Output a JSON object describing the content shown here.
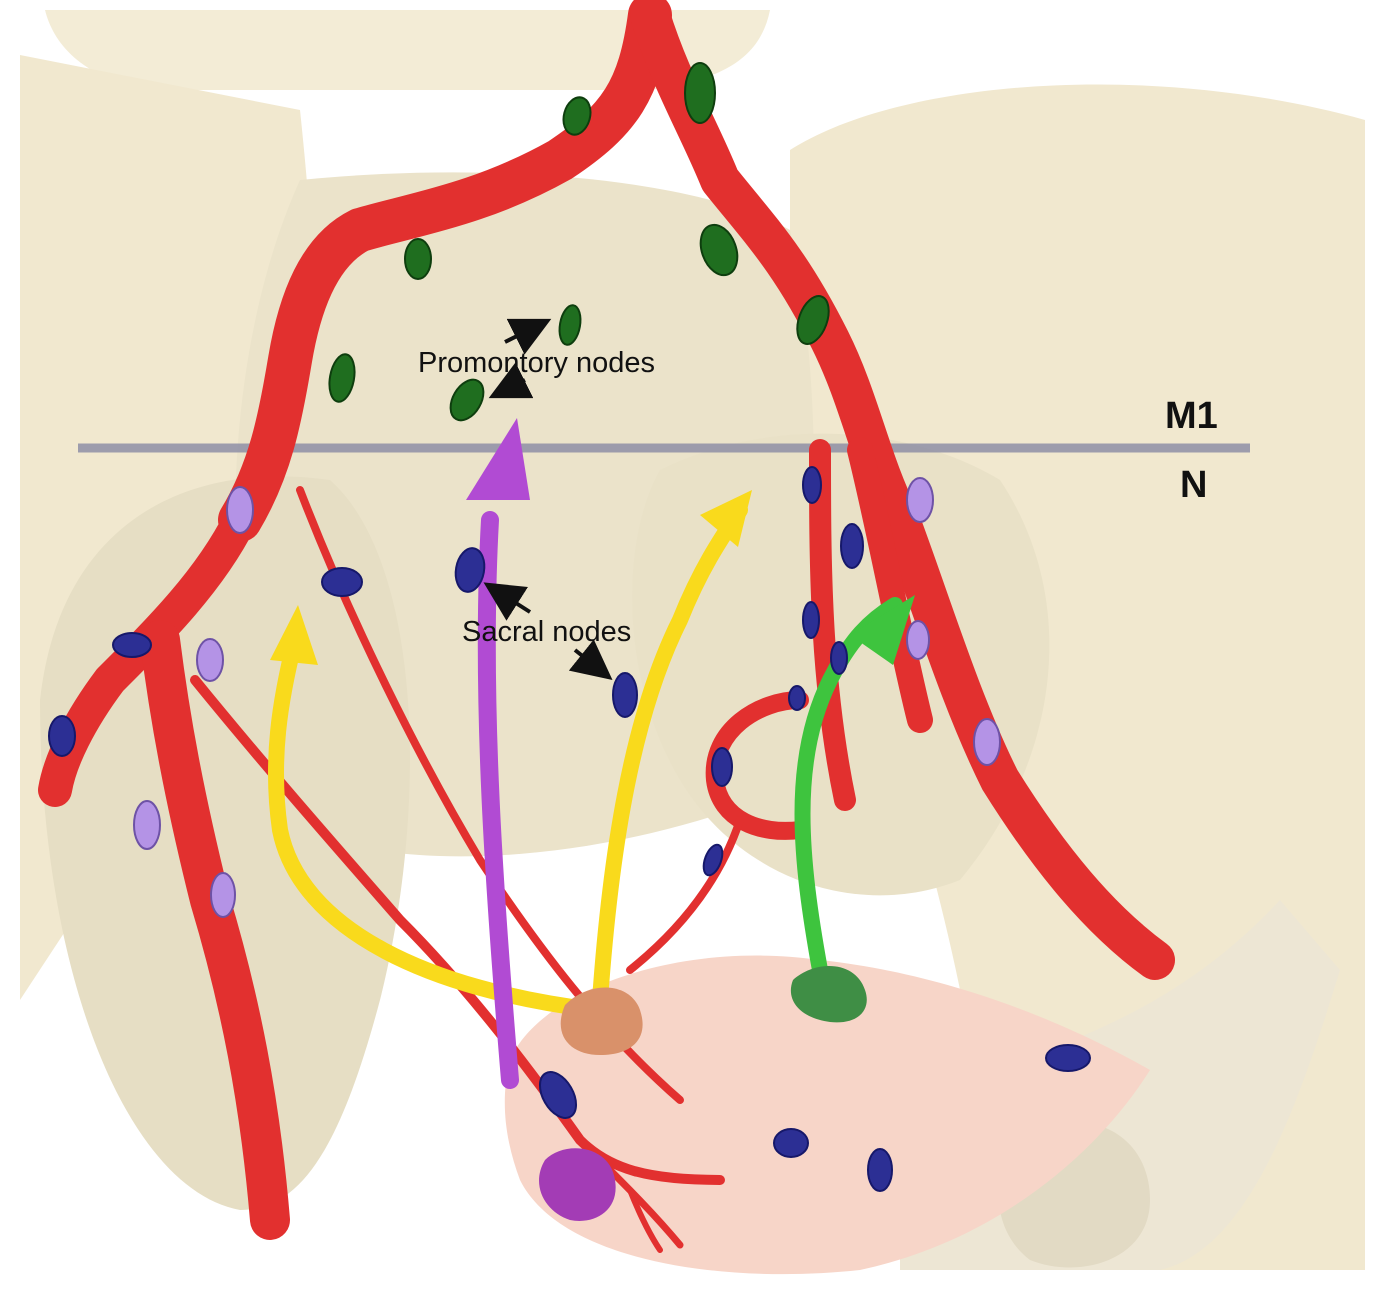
{
  "labels": {
    "promontory": "Promontory nodes",
    "sacral": "Sacral nodes",
    "m1": "M1",
    "n": "N"
  },
  "colors": {
    "bone": "#efe6cc",
    "bone_shadow": "#e3dbc2",
    "vessel": "#e2302f",
    "green_node": "#1f6e1f",
    "blue_node": "#2c2f94",
    "lavender_node": "#b493e6",
    "yellow_arrow": "#f9da1c",
    "purple_arrow": "#b14bd3",
    "green_arrow": "#3ec43e",
    "divider": "#8f8fa6",
    "bladder": "#f6d3c6"
  }
}
